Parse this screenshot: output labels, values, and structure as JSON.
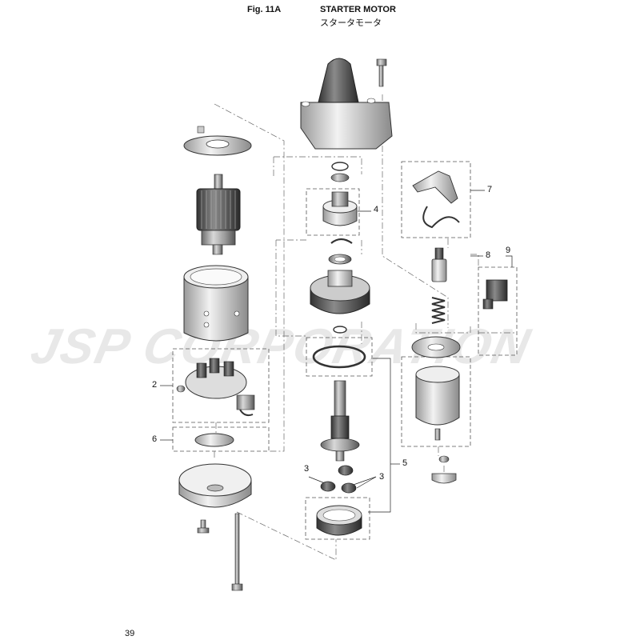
{
  "header": {
    "figure_number": "Fig. 11A",
    "title": "STARTER MOTOR",
    "title_ja": "スタータモータ"
  },
  "watermark": "JSP CORPORATION",
  "page_number": "39",
  "callouts": [
    {
      "id": "c2",
      "label": "2"
    },
    {
      "id": "c3a",
      "label": "3"
    },
    {
      "id": "c3b",
      "label": "3"
    },
    {
      "id": "c4",
      "label": "4"
    },
    {
      "id": "c5",
      "label": "5"
    },
    {
      "id": "c6",
      "label": "6"
    },
    {
      "id": "c7",
      "label": "7"
    },
    {
      "id": "c8",
      "label": "8"
    },
    {
      "id": "c9",
      "label": "9"
    }
  ]
}
